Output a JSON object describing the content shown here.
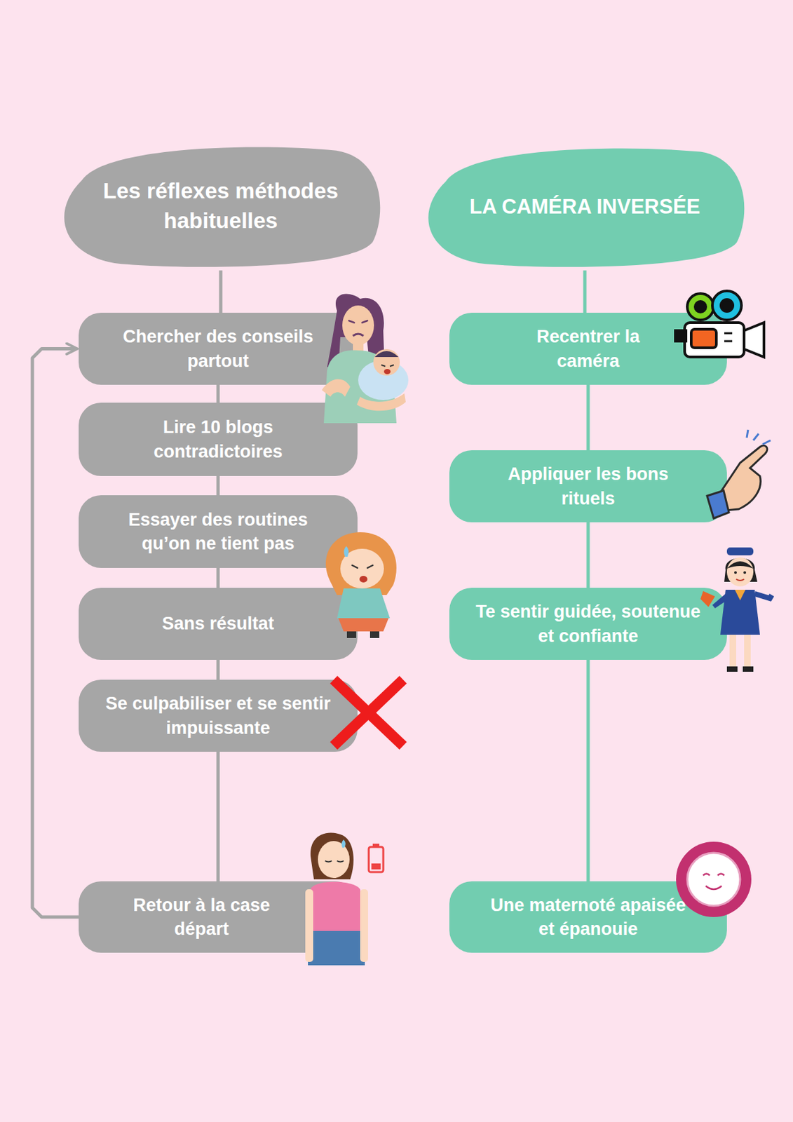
{
  "diagram": {
    "nodes": [
      {
        "text": [
          "Les réflexes méthodes habituelles"
        ]
      },
      {
        "text": [
          "Chercher des conseils partout"
        ]
      },
      {
        "text": [
          "Lire 10 blogs contradictoires"
        ]
      },
      {
        "text": [
          "Essayer des routines qu’on ne tient pas"
        ]
      },
      {
        "text": [
          "Sans résultat"
        ]
      },
      {
        "text": [
          "Se culpabiliser et se sentir impuissante"
        ]
      },
      {
        "text": [
          "Retour à la case départ"
        ]
      },
      {
        "text": [
          "LA CAMÉRA INVERSÉE"
        ]
      },
      {
        "text": [
          "Recentrer la caméra"
        ]
      },
      {
        "text": [
          "Appliquer les bons rituels"
        ]
      },
      {
        "text": [
          "Te sentir guidée, soutenue et confiante"
        ]
      },
      {
        "text": [
          "Une maternoté apaisée et épanouie"
        ]
      }
    ],
    "edges": [
      {
        "from": 0,
        "to": 1,
        "arrow": "none"
      },
      {
        "from": 1,
        "to": 2,
        "arrow": "none"
      },
      {
        "from": 2,
        "to": 3,
        "arrow": "none"
      },
      {
        "from": 3,
        "to": 4,
        "arrow": "none"
      },
      {
        "from": 4,
        "to": 5,
        "arrow": "none"
      },
      {
        "from": 5,
        "to": 6,
        "arrow": "none"
      },
      {
        "from": 6,
        "to": 1,
        "arrow": "to"
      },
      {
        "from": 7,
        "to": 8,
        "arrow": "none"
      },
      {
        "from": 8,
        "to": 9,
        "arrow": "none"
      },
      {
        "from": 9,
        "to": 10,
        "arrow": "none"
      },
      {
        "from": 10,
        "to": 11,
        "arrow": "none"
      }
    ]
  }
}
